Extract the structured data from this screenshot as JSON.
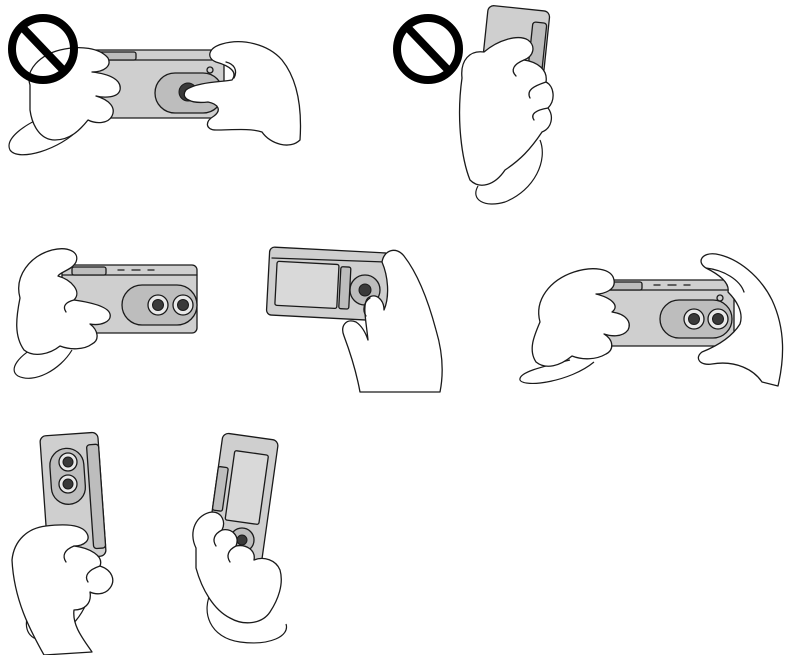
{
  "colors": {
    "camera_body": "#cfcfcf",
    "camera_panel": "#bdbdbd",
    "camera_dark": "#3a3a3a",
    "screen": "#d9d9d9",
    "outline": "#1a1a1a",
    "prohibition": "#000000"
  },
  "illustrations": [
    {
      "id": "wrong-hold-horizontal",
      "prohibited": true,
      "icon": "prohibition-icon"
    },
    {
      "id": "wrong-hold-vertical",
      "prohibited": true,
      "icon": "prohibition-icon"
    },
    {
      "id": "correct-hold-horizontal-left",
      "prohibited": false
    },
    {
      "id": "correct-hold-back-view",
      "prohibited": false
    },
    {
      "id": "correct-hold-horizontal-right",
      "prohibited": false
    },
    {
      "id": "correct-hold-vertical-front",
      "prohibited": false
    },
    {
      "id": "correct-hold-vertical-back",
      "prohibited": false
    }
  ]
}
